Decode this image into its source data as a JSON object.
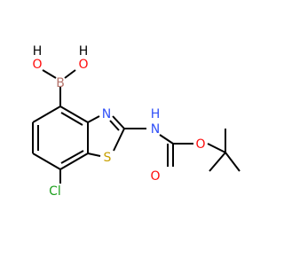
{
  "colors": {
    "bond": "#000000",
    "boron": "#b5736b",
    "oxygen": "#ff0d0d",
    "nitrogen": "#3050f8",
    "sulfur": "#c8a000",
    "chlorine": "#1ea01e",
    "hydrogen": "#000000"
  },
  "labels": {
    "o1": "O",
    "h1": "H",
    "o2": "O",
    "h2": "H",
    "b": "B",
    "n_ring": "N",
    "n_amine": "N",
    "h_amine": "H",
    "s": "S",
    "cl": "Cl",
    "o_carbonyl": "O",
    "o_ester": "O"
  }
}
